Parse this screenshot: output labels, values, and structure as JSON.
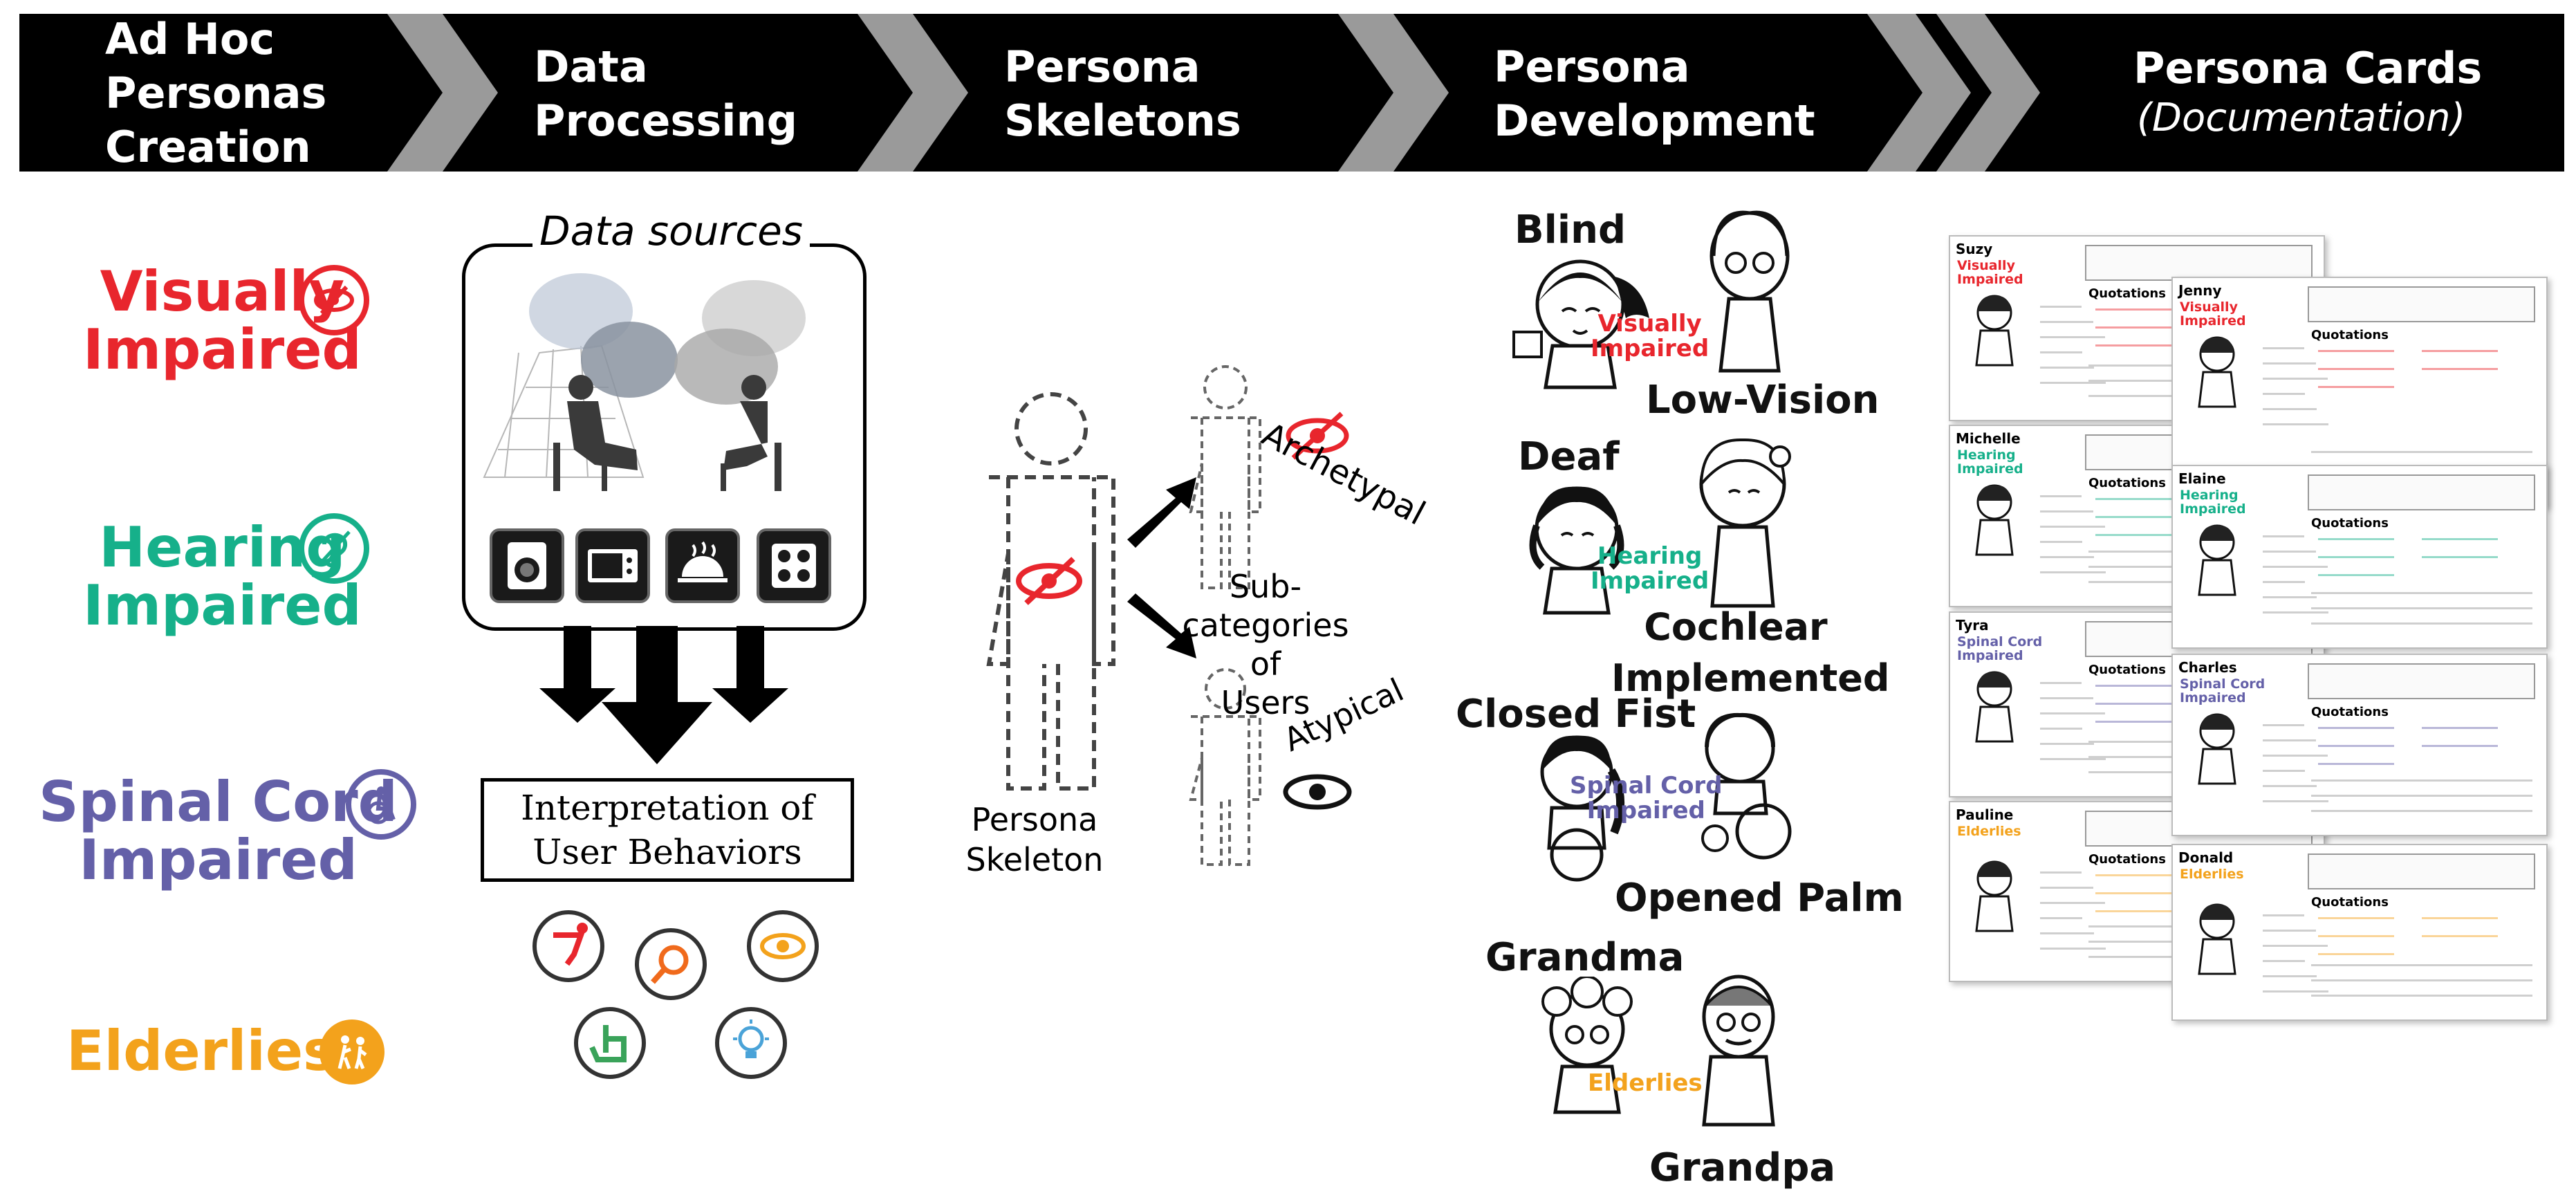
{
  "stages": [
    {
      "label": "Ad Hoc\nPersonas\nCreation"
    },
    {
      "label": "Data\nProcessing"
    },
    {
      "label": "Persona\nSkeletons"
    },
    {
      "label": "Persona\nDevelopment"
    },
    {
      "label": "Persona Cards",
      "sub": "(Documentation)"
    }
  ],
  "groups": [
    {
      "label": "Visually\nImpaired",
      "color": "#e8262d",
      "icon": "eye-slash-icon"
    },
    {
      "label": "Hearing\nImpaired",
      "color": "#16b08a",
      "icon": "ear-icon"
    },
    {
      "label": "Spinal Cord\nImpaired",
      "color": "#6460a8",
      "icon": "wheelchair-icon"
    },
    {
      "label": "Elderlies",
      "color": "#f3a21c",
      "icon": "elderly-icon"
    }
  ],
  "data_processing": {
    "sources_title": "Data sources",
    "interpretation": "Interpretation of\nUser Behaviors",
    "appliances": [
      "washing-machine-icon",
      "microwave-icon",
      "cloche-icon",
      "cooktop-icon"
    ],
    "behavior_icons": [
      "accessibility-icon",
      "magnifier-icon",
      "eye-icon",
      "touch-icon",
      "idea-icon"
    ]
  },
  "skeletons": {
    "skeleton_label": "Persona\nSkeleton",
    "subcat_label": "Sub-categories\nof\nUsers",
    "archetypal": "Archetypal",
    "atypical": "Atypical"
  },
  "development": [
    {
      "left": "Blind",
      "right": "Low-Vision",
      "group": "Visually\nImpaired",
      "color": "#e8262d"
    },
    {
      "left": "Deaf",
      "right": "Cochlear\nImplemented",
      "group": "Hearing\nImpaired",
      "color": "#16b08a"
    },
    {
      "left": "Closed Fist",
      "right": "Opened Palm",
      "group": "Spinal Cord\nImpaired",
      "color": "#6460a8"
    },
    {
      "left": "Grandma",
      "right": "Grandpa",
      "group": "Elderlies",
      "color": "#f3a21c"
    }
  ],
  "cards": [
    {
      "name": "Suzy",
      "tag": "Visually\nImpaired",
      "color": "#e8262d"
    },
    {
      "name": "Jenny",
      "tag": "Visually\nImpaired",
      "color": "#e8262d"
    },
    {
      "name": "Michelle",
      "tag": "Hearing\nImpaired",
      "color": "#16b08a"
    },
    {
      "name": "Elaine",
      "tag": "Hearing\nImpaired",
      "color": "#16b08a"
    },
    {
      "name": "Tyra",
      "tag": "Spinal Cord\nImpaired",
      "color": "#6460a8"
    },
    {
      "name": "Charles",
      "tag": "Spinal Cord\nImpaired",
      "color": "#6460a8"
    },
    {
      "name": "Pauline",
      "tag": "Elderlies",
      "color": "#f3a21c"
    },
    {
      "name": "Donald",
      "tag": "Elderlies",
      "color": "#f3a21c"
    }
  ],
  "card_section": "Quotations"
}
